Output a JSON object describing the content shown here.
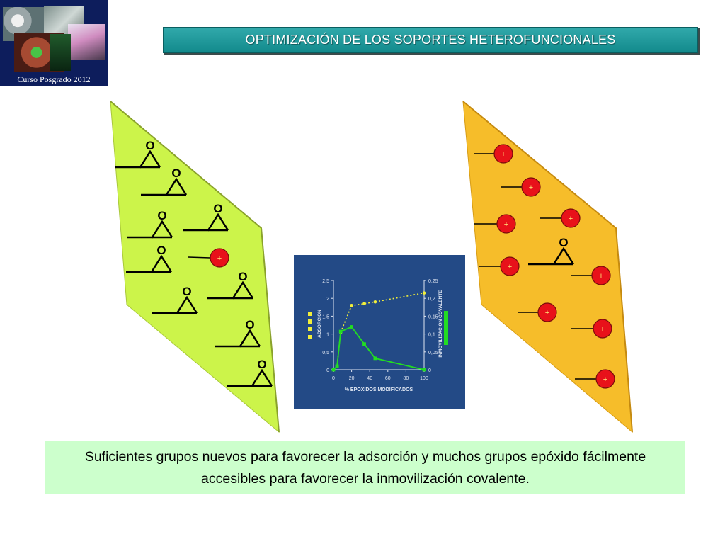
{
  "header": {
    "title": "OPTIMIZACIÓN DE LOS SOPORTES HETEROFUNCIONALES",
    "logo_caption": "Curso Posgrado 2012"
  },
  "diagram": {
    "epoxide_label": "O",
    "cation_label": "+",
    "colors": {
      "green_support": "#ccf44a",
      "orange_support": "#f6bd2a",
      "cation_fill": "#e8111a"
    }
  },
  "caption": {
    "line1": "Suficientes grupos nuevos para favorecer la adsorción y muchos grupos epóxido fácilmente",
    "line2": "accesibles para favorecer la inmovilización covalente."
  },
  "chart_data": {
    "type": "line",
    "xlabel": "% EPOXIDOS MODIFICADOS",
    "ylabel_left": "ADSORCION",
    "ylabel_right": "INMOVILIZACION COVALENTE",
    "xlim": [
      0,
      100
    ],
    "ylim_left": [
      0,
      2.5
    ],
    "ylim_right": [
      0,
      0.25
    ],
    "x_ticks": [
      "0",
      "20",
      "40",
      "60",
      "80",
      "100"
    ],
    "y_ticks_left": [
      "0",
      "0,5",
      "1",
      "1,5",
      "2",
      "2,5"
    ],
    "y_ticks_right": [
      "0",
      "0,05",
      "0,1",
      "0,15",
      "0,2",
      "0,25"
    ],
    "series": [
      {
        "axis": "left",
        "color": "#f2ef3a",
        "style": "dotted",
        "x": [
          0,
          4,
          8,
          20,
          34,
          46,
          100
        ],
        "y": [
          0,
          0.1,
          1.05,
          1.8,
          1.85,
          1.9,
          2.15
        ]
      },
      {
        "axis": "right",
        "color": "#22dd22",
        "style": "solid",
        "x": [
          0,
          4,
          8,
          20,
          34,
          46,
          100
        ],
        "y": [
          0,
          0.01,
          0.107,
          0.12,
          0.072,
          0.032,
          0
        ]
      }
    ]
  }
}
